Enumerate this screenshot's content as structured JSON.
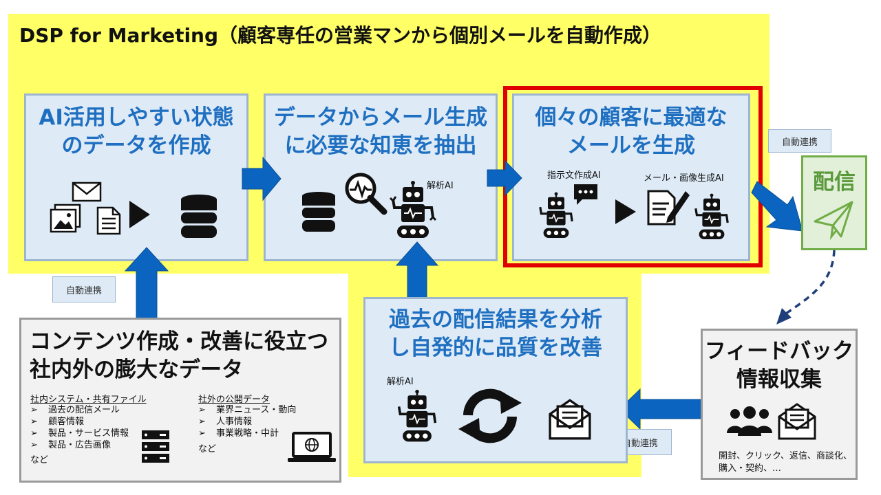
{
  "title": "DSP for Marketing（顧客専任の営業マンから個別メールを自動作成）",
  "stages": {
    "prepare": {
      "title": "AI活用しやすい状態\nのデータを作成"
    },
    "extract": {
      "title": "データからメール生成\nに必要な知恵を抽出",
      "ai_label": "解析AI"
    },
    "generate": {
      "title": "個々の顧客に最適な\nメールを生成",
      "ai_label_1": "指示文作成AI",
      "ai_label_2": "メール・画像生成AI"
    },
    "analyze": {
      "title": "過去の配信結果を分析\nし自発的に品質を改善",
      "ai_label": "解析AI"
    }
  },
  "auto_link_label": "自動連携",
  "delivery": {
    "title": "配信"
  },
  "feedback": {
    "title": "フィードバック\n情報収集",
    "caption_1": "開封、クリック、返信、商談化、",
    "caption_2": "購入・契約、…"
  },
  "content": {
    "title": "コンテンツ作成・改善に役立つ\n社内外の膨大なデータ",
    "internal": {
      "heading": "社内システム・共有ファイル",
      "items": [
        "過去の配信メール",
        "顧客情報",
        "製品・サービス情報",
        "製品・広告画像"
      ],
      "etc": "など"
    },
    "external": {
      "heading": "社外の公開データ",
      "items": [
        "業界ニュース・動向",
        "人事情報",
        "事業戦略・中計"
      ],
      "etc": "など"
    }
  },
  "colors": {
    "highlight": "#ffff66",
    "stage_fill": "#deebf7",
    "stage_text": "#1f6fc1",
    "arrow": "#0a64c0",
    "focus_frame": "#e00000",
    "delivery": "#70ad47"
  }
}
